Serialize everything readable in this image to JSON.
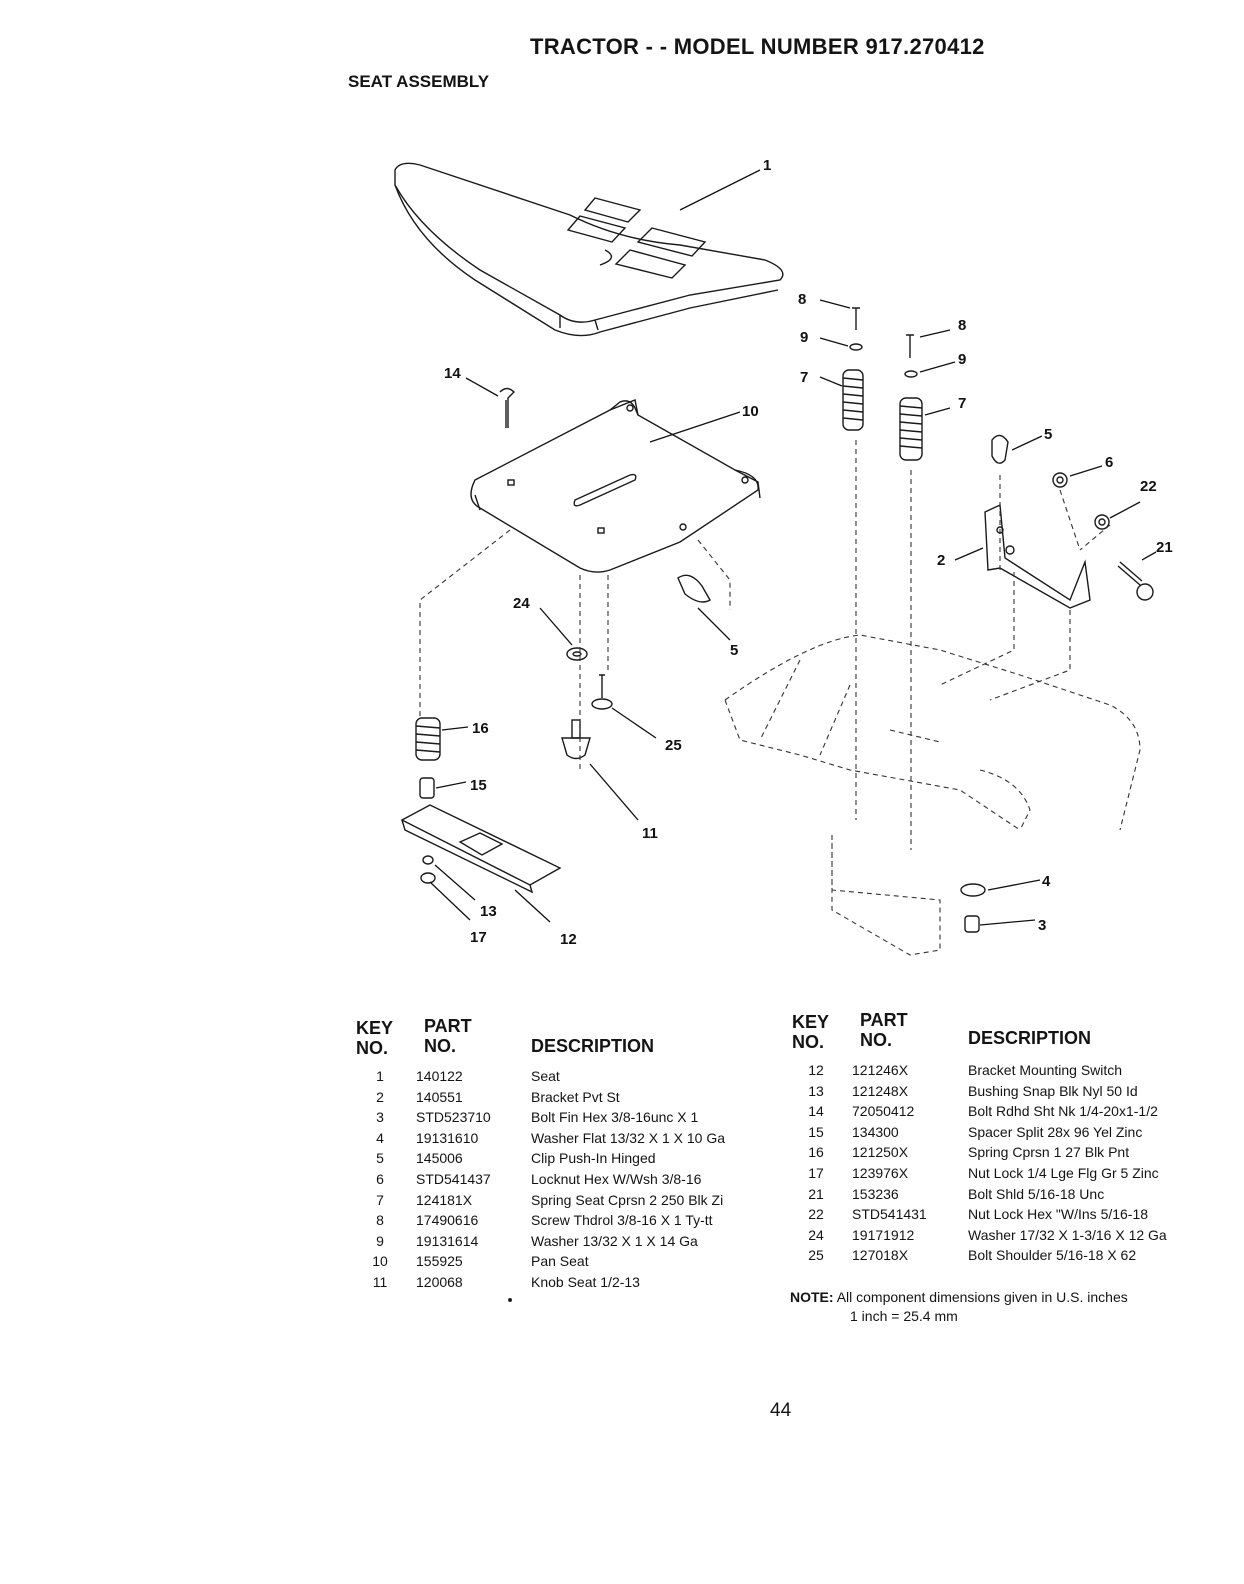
{
  "header": {
    "title": "TRACTOR - - MODEL NUMBER 917.270412",
    "subtitle": "SEAT ASSEMBLY"
  },
  "diagram_callouts": [
    "1",
    "8",
    "9",
    "8",
    "9",
    "7",
    "7",
    "14",
    "10",
    "5",
    "6",
    "22",
    "21",
    "2",
    "24",
    "5",
    "16",
    "25",
    "15",
    "11",
    "13",
    "17",
    "12",
    "4",
    "3"
  ],
  "table_headers": {
    "key": "KEY",
    "no": "NO.",
    "part": "PART",
    "part_no": "NO.",
    "description": "DESCRIPTION"
  },
  "parts_left": [
    {
      "key": "1",
      "part": "140122",
      "desc": "Seat"
    },
    {
      "key": "2",
      "part": "140551",
      "desc": "Bracket Pvt St"
    },
    {
      "key": "3",
      "part": "STD523710",
      "desc": "Bolt Fin Hex 3/8-16unc X 1"
    },
    {
      "key": "4",
      "part": "19131610",
      "desc": "Washer Flat 13/32 X 1 X 10 Ga"
    },
    {
      "key": "5",
      "part": "145006",
      "desc": "Clip Push-In Hinged"
    },
    {
      "key": "6",
      "part": "STD541437",
      "desc": "Locknut Hex W/Wsh  3/8-16"
    },
    {
      "key": "7",
      "part": "124181X",
      "desc": "Spring Seat Cprsn 2 250 Blk Zi"
    },
    {
      "key": "8",
      "part": "17490616",
      "desc": "Screw Thdrol 3/8-16 X 1 Ty-tt"
    },
    {
      "key": "9",
      "part": "19131614",
      "desc": "Washer 13/32 X 1 X 14 Ga"
    },
    {
      "key": "10",
      "part": "155925",
      "desc": "Pan Seat"
    },
    {
      "key": "11",
      "part": "120068",
      "desc": "Knob Seat  1/2-13"
    }
  ],
  "parts_right": [
    {
      "key": "12",
      "part": "121246X",
      "desc": "Bracket Mounting Switch"
    },
    {
      "key": "13",
      "part": "121248X",
      "desc": "Bushing Snap Blk Nyl 50 Id"
    },
    {
      "key": "14",
      "part": "72050412",
      "desc": "Bolt Rdhd Sht Nk 1/4-20x1-1/2"
    },
    {
      "key": "15",
      "part": "134300",
      "desc": "Spacer Split 28x 96 Yel Zinc"
    },
    {
      "key": "16",
      "part": "121250X",
      "desc": "Spring Cprsn 1 27 Blk Pnt"
    },
    {
      "key": "17",
      "part": "123976X",
      "desc": "Nut Lock 1/4 Lge Flg Gr 5 Zinc"
    },
    {
      "key": "21",
      "part": "153236",
      "desc": "Bolt Shld 5/16-18 Unc"
    },
    {
      "key": "22",
      "part": "STD541431",
      "desc": "Nut  Lock Hex \"W/Ins  5/16-18"
    },
    {
      "key": "24",
      "part": "19171912",
      "desc": "Washer 17/32 X 1-3/16 X 12 Ga"
    },
    {
      "key": "25",
      "part": "127018X",
      "desc": "Bolt Shoulder 5/16-18 X 62"
    }
  ],
  "note": {
    "label": "NOTE:",
    "line1": "All component dimensions given in U.S. inches",
    "line2": "1 inch = 25.4 mm"
  },
  "page_number": "44"
}
